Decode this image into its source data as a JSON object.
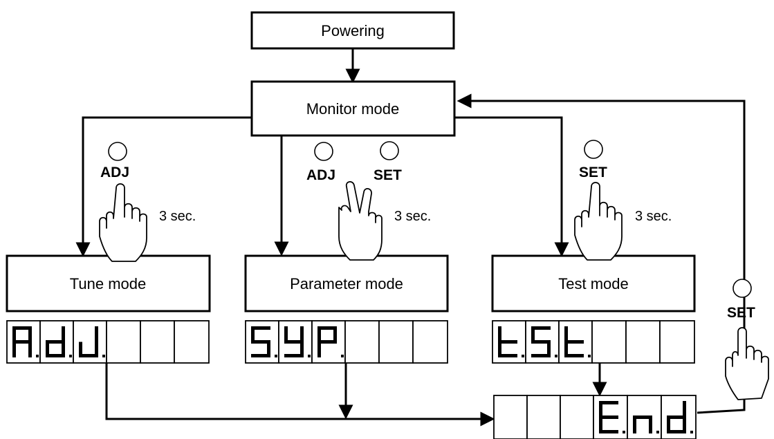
{
  "boxes": {
    "powering": "Powering",
    "monitor": "Monitor mode",
    "tune": "Tune mode",
    "parameter": "Parameter mode",
    "test": "Test mode"
  },
  "buttons": {
    "tune_adj": "ADJ",
    "param_adj": "ADJ",
    "param_set": "SET",
    "test_set": "SET",
    "end_set": "SET"
  },
  "hold_labels": {
    "tune": "3 sec.",
    "parameter": "3 sec.",
    "test": "3 sec."
  },
  "displays": {
    "tune": [
      "A",
      "d",
      "J"
    ],
    "parameter": [
      "S",
      "Y",
      "P"
    ],
    "test": [
      "T",
      "S",
      "T"
    ],
    "end": [
      "E",
      "n",
      "d"
    ]
  }
}
